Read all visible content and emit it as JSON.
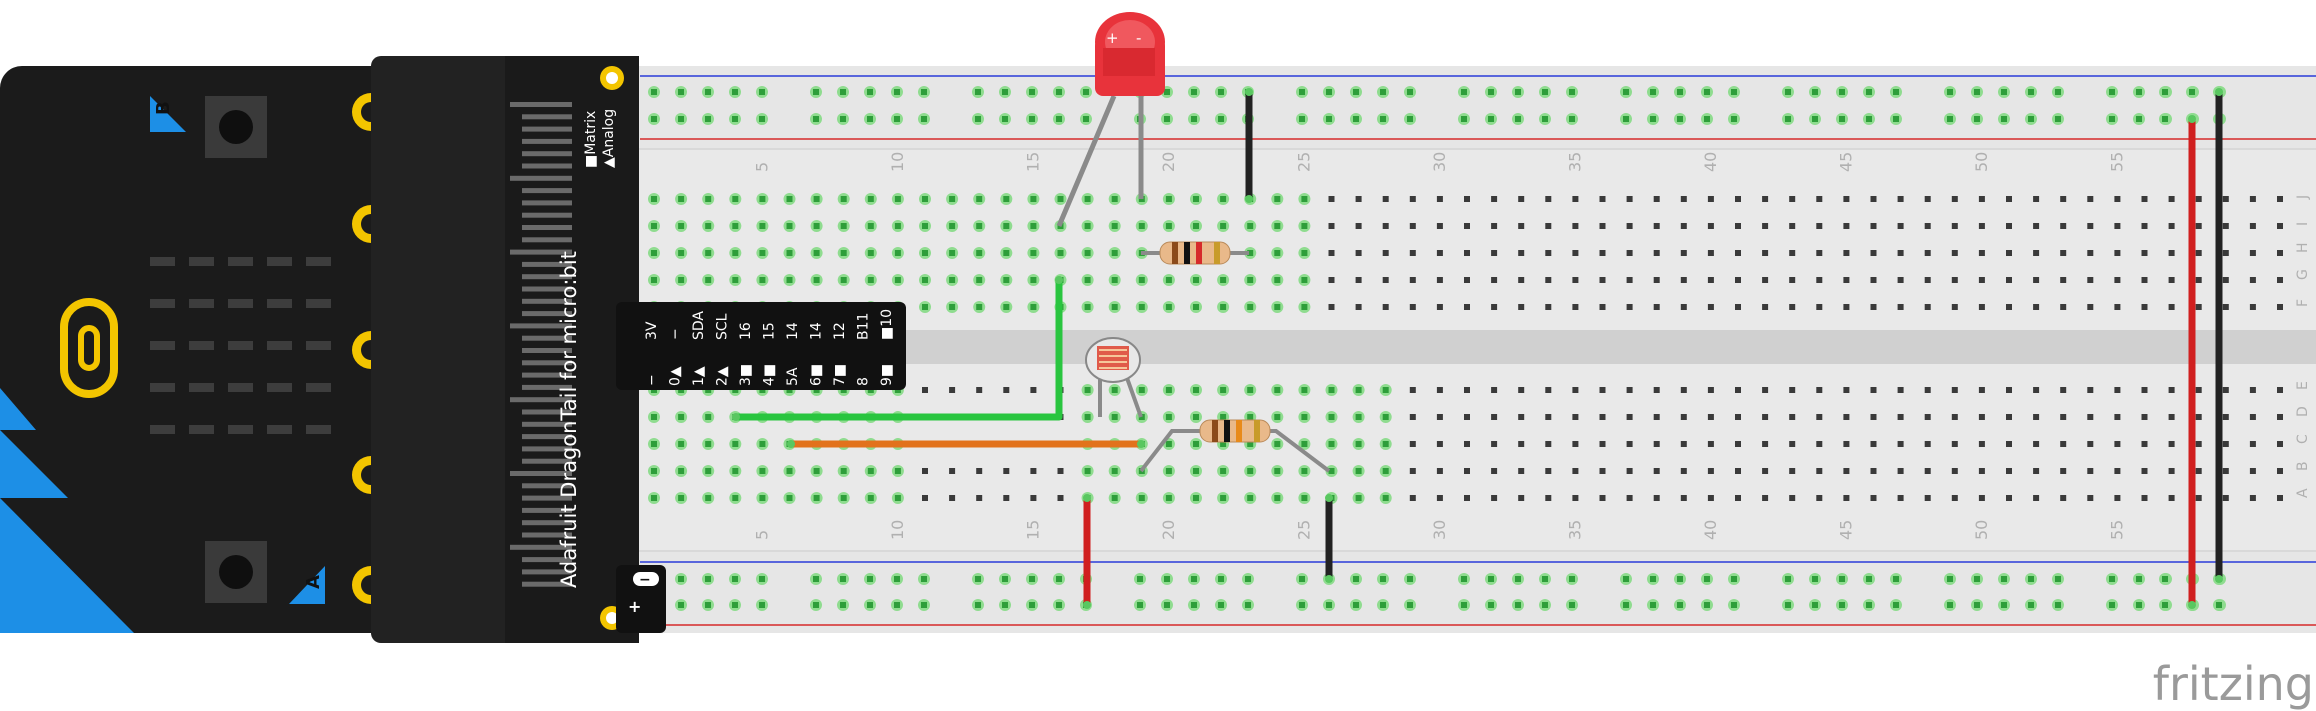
{
  "board": {
    "button_a": "A",
    "button_b": "B",
    "title": "Adafruit DragonTail for micro:bit",
    "mode_matrix": "■Matrix",
    "mode_analog": "▲Analog",
    "pins": [
      {
        "top": "3V",
        "bottom": "−"
      },
      {
        "top": "−",
        "bottom": "0▲"
      },
      {
        "top": "SDA",
        "bottom": "1▲"
      },
      {
        "top": "SCL",
        "bottom": "2▲"
      },
      {
        "top": "16",
        "bottom": "3■"
      },
      {
        "top": "15",
        "bottom": "4■"
      },
      {
        "top": "14",
        "bottom": "5A"
      },
      {
        "top": "14",
        "bottom": "6■"
      },
      {
        "top": "12",
        "bottom": "7■"
      },
      {
        "top": "B11",
        "bottom": "8"
      },
      {
        "top": "■10",
        "bottom": "9■"
      }
    ],
    "power_minus": "−",
    "power_plus": "+"
  },
  "breadboard": {
    "column_numbers": [
      "5",
      "10",
      "15",
      "20",
      "25",
      "30",
      "35",
      "40",
      "45",
      "50",
      "55"
    ],
    "row_letters_top": [
      "J",
      "I",
      "H",
      "G",
      "F"
    ],
    "row_letters_bottom": [
      "E",
      "D",
      "C",
      "B",
      "A"
    ]
  },
  "led": {
    "plus": "+",
    "minus": "-",
    "color": "#e8333b"
  },
  "wire_colors": {
    "green": "#29c53f",
    "orange": "#e2721c",
    "red": "#d01f1f",
    "black": "#222222"
  },
  "brand": "fritzing"
}
